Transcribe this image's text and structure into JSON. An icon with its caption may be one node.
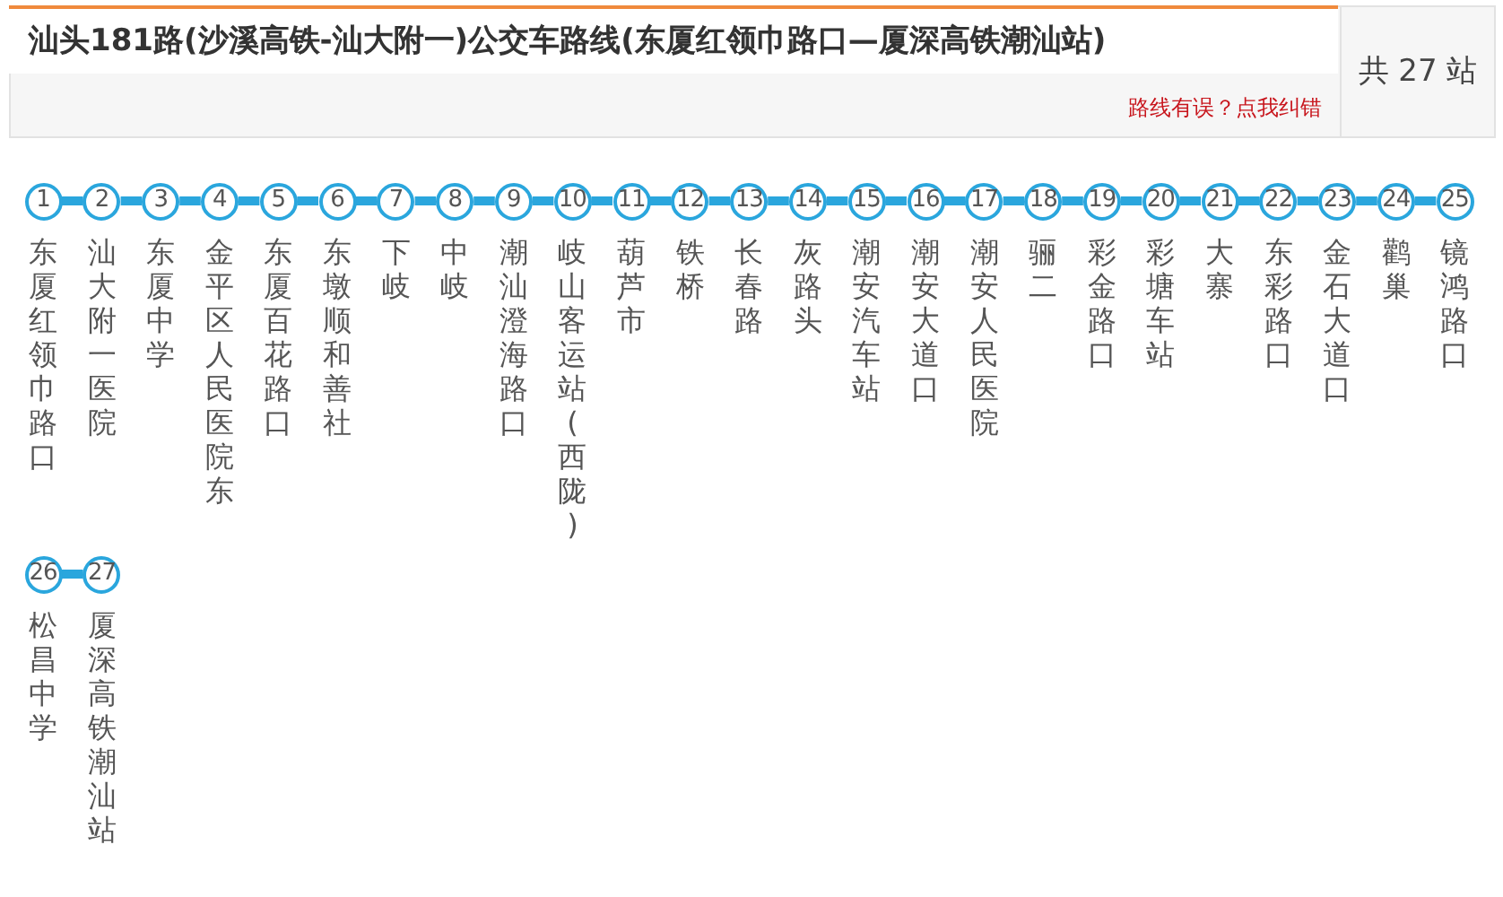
{
  "diagram": {
    "title": "汕头181路(沙溪高铁-汕大附一)公交车路线(东厦红领巾路口—厦深高铁潮汕站)",
    "nodes": [
      {
        "text": [
          "1"
        ],
        "beside": [
          "东厦红领巾路口"
        ]
      },
      {
        "text": [
          "2"
        ],
        "beside": [
          "汕大附一医院"
        ]
      },
      {
        "text": [
          "3"
        ],
        "beside": [
          "东厦中学"
        ]
      },
      {
        "text": [
          "4"
        ],
        "beside": [
          "金平区人民医院东"
        ]
      },
      {
        "text": [
          "5"
        ],
        "beside": [
          "东厦百花路口"
        ]
      },
      {
        "text": [
          "6"
        ],
        "beside": [
          "东墩顺和善社"
        ]
      },
      {
        "text": [
          "7"
        ],
        "beside": [
          "下岐"
        ]
      },
      {
        "text": [
          "8"
        ],
        "beside": [
          "中岐"
        ]
      },
      {
        "text": [
          "9"
        ],
        "beside": [
          "潮汕澄海路口"
        ]
      },
      {
        "text": [
          "10"
        ],
        "beside": [
          "岐山客运站(西陇)"
        ]
      },
      {
        "text": [
          "11"
        ],
        "beside": [
          "葫芦市"
        ]
      },
      {
        "text": [
          "12"
        ],
        "beside": [
          "铁桥"
        ]
      },
      {
        "text": [
          "13"
        ],
        "beside": [
          "长春路"
        ]
      },
      {
        "text": [
          "14"
        ],
        "beside": [
          "灰路头"
        ]
      },
      {
        "text": [
          "15"
        ],
        "beside": [
          "潮安汽车站"
        ]
      },
      {
        "text": [
          "16"
        ],
        "beside": [
          "潮安大道口"
        ]
      },
      {
        "text": [
          "17"
        ],
        "beside": [
          "潮安人民医院"
        ]
      },
      {
        "text": [
          "18"
        ],
        "beside": [
          "骊二"
        ]
      },
      {
        "text": [
          "19"
        ],
        "beside": [
          "彩金路口"
        ]
      },
      {
        "text": [
          "20"
        ],
        "beside": [
          "彩塘车站"
        ]
      },
      {
        "text": [
          "21"
        ],
        "beside": [
          "大寨"
        ]
      },
      {
        "text": [
          "22"
        ],
        "beside": [
          "东彩路口"
        ]
      },
      {
        "text": [
          "23"
        ],
        "beside": [
          "金石大道口"
        ]
      },
      {
        "text": [
          "24"
        ],
        "beside": [
          "鹳巢"
        ]
      },
      {
        "text": [
          "25"
        ],
        "beside": [
          "镜鸿路口"
        ]
      },
      {
        "text": [
          "26"
        ],
        "beside": [
          "松昌中学"
        ]
      },
      {
        "text": [
          "27"
        ],
        "beside": [
          "厦深高铁潮汕站"
        ]
      }
    ],
    "edges": [
      {
        "from": 0,
        "to": 1,
        "arrow": "none"
      },
      {
        "from": 1,
        "to": 2,
        "arrow": "none"
      },
      {
        "from": 2,
        "to": 3,
        "arrow": "none"
      },
      {
        "from": 3,
        "to": 4,
        "arrow": "none"
      },
      {
        "from": 4,
        "to": 5,
        "arrow": "none"
      },
      {
        "from": 5,
        "to": 6,
        "arrow": "none"
      },
      {
        "from": 6,
        "to": 7,
        "arrow": "none"
      },
      {
        "from": 7,
        "to": 8,
        "arrow": "none"
      },
      {
        "from": 8,
        "to": 9,
        "arrow": "none"
      },
      {
        "from": 9,
        "to": 10,
        "arrow": "none"
      },
      {
        "from": 10,
        "to": 11,
        "arrow": "none"
      },
      {
        "from": 11,
        "to": 12,
        "arrow": "none"
      },
      {
        "from": 12,
        "to": 13,
        "arrow": "none"
      },
      {
        "from": 13,
        "to": 14,
        "arrow": "none"
      },
      {
        "from": 14,
        "to": 15,
        "arrow": "none"
      },
      {
        "from": 15,
        "to": 16,
        "arrow": "none"
      },
      {
        "from": 16,
        "to": 17,
        "arrow": "none"
      },
      {
        "from": 17,
        "to": 18,
        "arrow": "none"
      },
      {
        "from": 18,
        "to": 19,
        "arrow": "none"
      },
      {
        "from": 19,
        "to": 20,
        "arrow": "none"
      },
      {
        "from": 20,
        "to": 21,
        "arrow": "none"
      },
      {
        "from": 21,
        "to": 22,
        "arrow": "none"
      },
      {
        "from": 22,
        "to": 23,
        "arrow": "none"
      },
      {
        "from": 23,
        "to": 24,
        "arrow": "none"
      },
      {
        "from": 25,
        "to": 26,
        "arrow": "none"
      }
    ],
    "labels": [
      "共 27 站",
      "路线有误？点我纠错"
    ]
  }
}
